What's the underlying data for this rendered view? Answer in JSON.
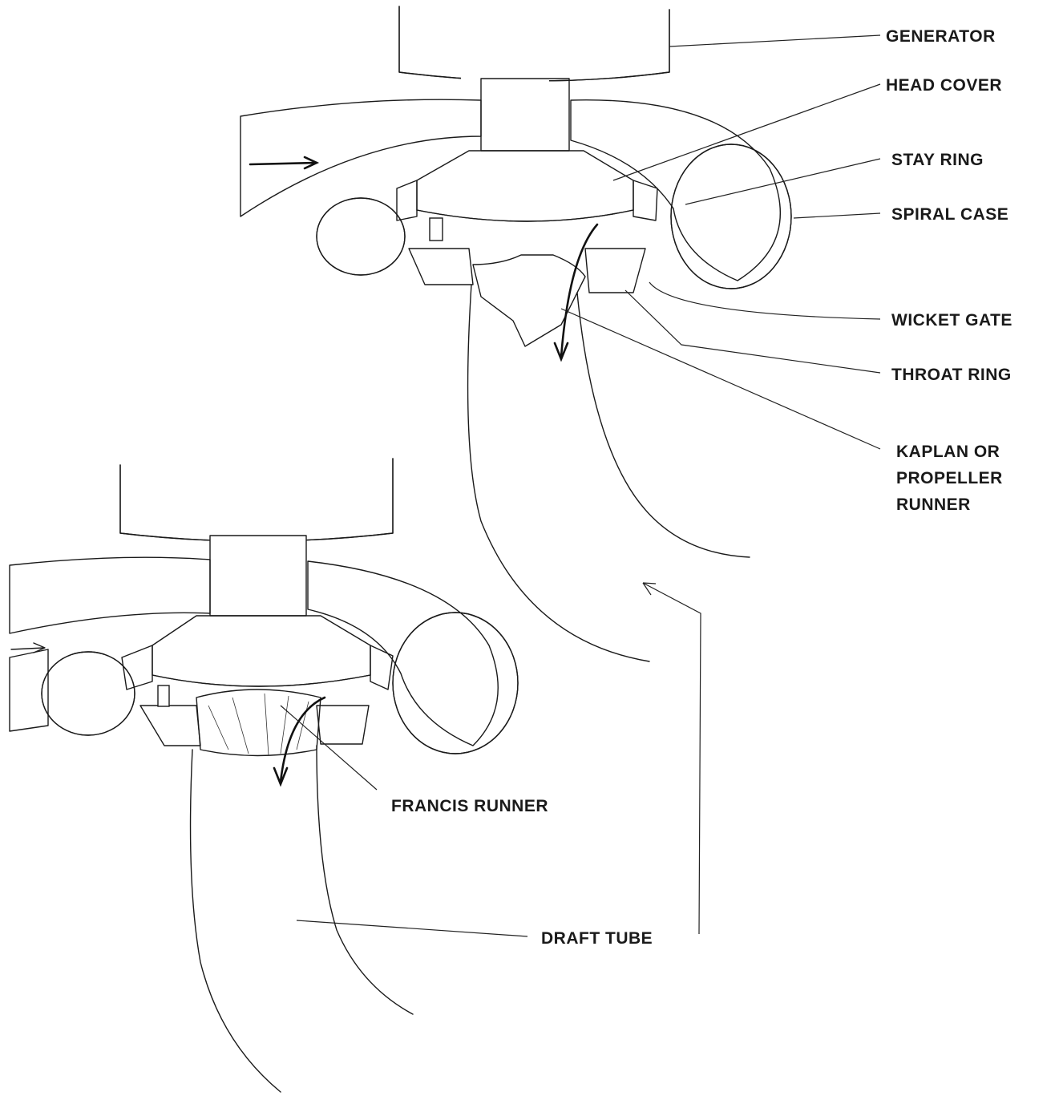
{
  "labels": {
    "generator": "GENERATOR",
    "head_cover": "HEAD COVER",
    "stay_ring": "STAY RING",
    "spiral_case": "SPIRAL CASE",
    "wicket_gate": "WICKET GATE",
    "throat_ring": "THROAT RING",
    "kaplan_line1": "KAPLAN OR",
    "kaplan_line2": "PROPELLER",
    "kaplan_line3": "RUNNER",
    "francis_runner": "FRANCIS RUNNER",
    "draft_tube": "DRAFT TUBE"
  }
}
